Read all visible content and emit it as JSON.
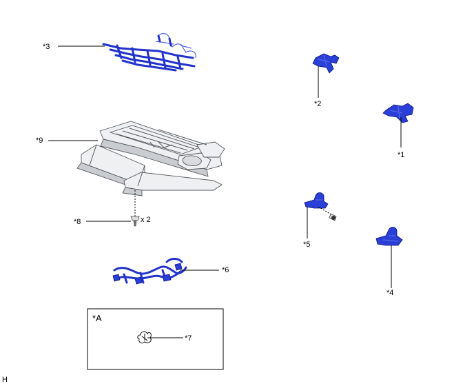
{
  "labels": {
    "part1": "*1",
    "part2": "*2",
    "part3": "*3",
    "part4": "*4",
    "part5": "*5",
    "part6": "*6",
    "part7": "*7",
    "part8": "*8",
    "part9": "*9",
    "qty8": "x 2",
    "boxA": "*A",
    "corner": "H"
  },
  "colors": {
    "part_blue": "#2a3fd6",
    "frame_gray": "#eef0f2"
  }
}
